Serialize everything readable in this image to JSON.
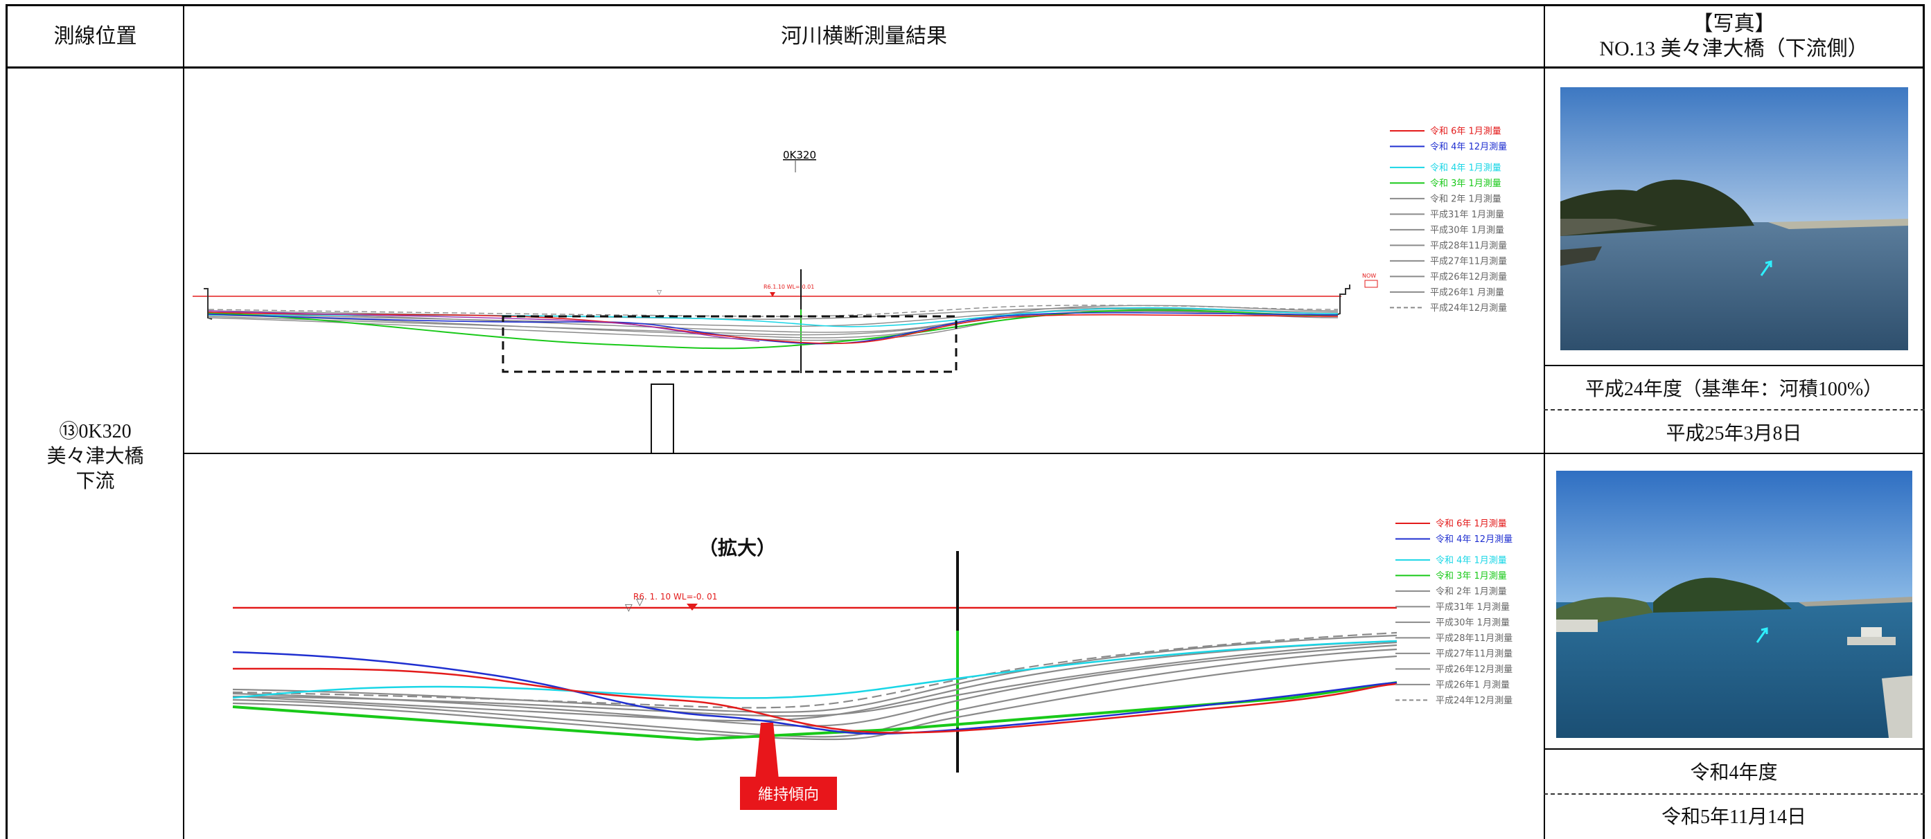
{
  "header": {
    "location_label": "測線位置",
    "result_label": "河川横断測量結果",
    "photo_label_line1": "【写真】",
    "photo_label_line2": "NO.13 美々津大橋（下流側）"
  },
  "location": {
    "line1": "⑬0K320",
    "line2": "美々津大橋",
    "line3": "下流"
  },
  "section_top": {
    "station_label": "0K320",
    "wl_tag": "R6.1.10 WL=-0.01"
  },
  "section_bottom": {
    "zoom_label": "（拡大）",
    "wl_text": "R6. 1. 10  WL=-0. 01",
    "trend_label": "維持傾向"
  },
  "legend": [
    {
      "label": "令和 6年 1月測量",
      "color": "#e31b1b",
      "style": "solid"
    },
    {
      "label": "令和 4年 12月測量",
      "color": "#1f2fd0",
      "style": "solid"
    },
    {
      "label": "令和 4年 1月測量",
      "color": "#19d6e6",
      "style": "solid"
    },
    {
      "label": "令和 3年 1月測量",
      "color": "#19c919",
      "style": "solid"
    },
    {
      "label": "令和 2年 1月測量",
      "color": "#8a8a8a",
      "style": "solid"
    },
    {
      "label": "平成31年 1月測量",
      "color": "#8a8a8a",
      "style": "solid"
    },
    {
      "label": "平成30年 1月測量",
      "color": "#8a8a8a",
      "style": "solid"
    },
    {
      "label": "平成28年11月測量",
      "color": "#8a8a8a",
      "style": "solid"
    },
    {
      "label": "平成27年11月測量",
      "color": "#8a8a8a",
      "style": "solid"
    },
    {
      "label": "平成26年12月測量",
      "color": "#8a8a8a",
      "style": "solid"
    },
    {
      "label": "平成26年1 月測量",
      "color": "#8a8a8a",
      "style": "solid"
    },
    {
      "label": "平成24年12月測量",
      "color": "#8a8a8a",
      "style": "dashed"
    }
  ],
  "photos": {
    "top": {
      "caption_year": "平成24年度（基準年：河積100%）",
      "caption_date": "平成25年3月8日"
    },
    "bottom": {
      "caption_year": "令和4年度",
      "caption_date": "令和5年11月14日"
    }
  },
  "colors": {
    "red": "#e31b1b",
    "blue": "#1f2fd0",
    "cyan": "#19d6e6",
    "green": "#19c919",
    "gray": "#8a8a8a",
    "label_bg": "#e8161b"
  }
}
